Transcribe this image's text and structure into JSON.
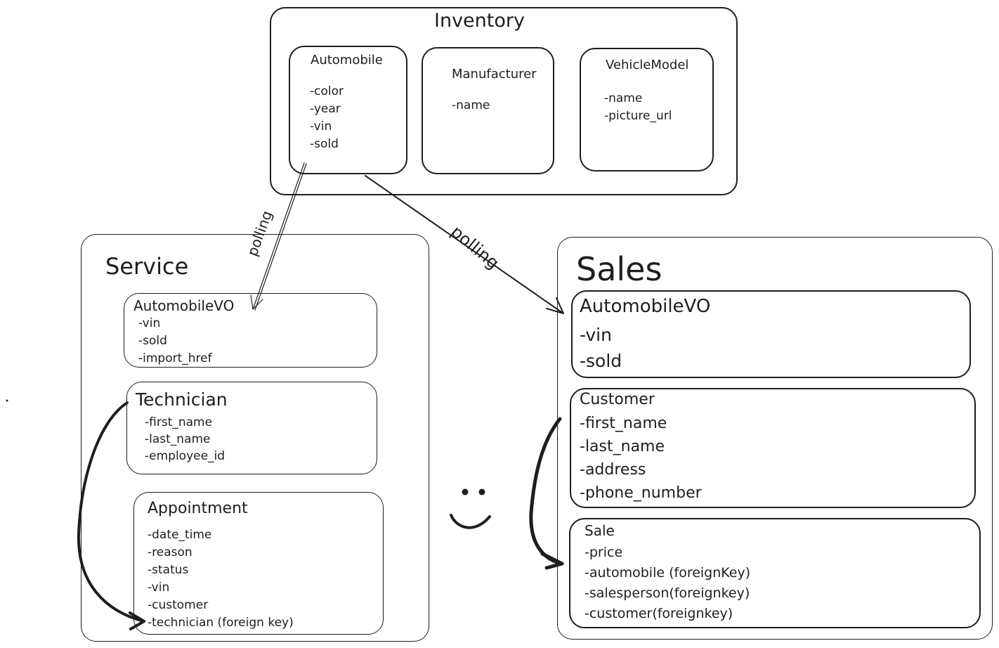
{
  "inventory": {
    "title": "Inventory",
    "automobile": {
      "title": "Automobile",
      "fields": [
        "-color",
        "-year",
        "-vin",
        "-sold"
      ]
    },
    "manufacturer": {
      "title": "Manufacturer",
      "fields": [
        "-name"
      ]
    },
    "vehicle_model": {
      "title": "VehicleModel",
      "fields": [
        "-name",
        "-picture_url"
      ]
    }
  },
  "service": {
    "title": "Service",
    "automobile_vo": {
      "title": "AutomobileVO",
      "fields": [
        "-vin",
        "-sold",
        "-import_href"
      ]
    },
    "technician": {
      "title": "Technician",
      "fields": [
        "-first_name",
        "-last_name",
        "-employee_id"
      ]
    },
    "appointment": {
      "title": "Appointment",
      "fields": [
        "-date_time",
        "-reason",
        "-status",
        "-vin",
        "-customer",
        "-technician (foreign key)"
      ]
    }
  },
  "sales": {
    "title": "Sales",
    "automobile_vo": {
      "title": "AutomobileVO",
      "fields": [
        "-vin",
        "-sold"
      ]
    },
    "customer": {
      "title": "Customer",
      "fields": [
        "-first_name",
        "-last_name",
        "-address",
        "-phone_number"
      ]
    },
    "sale": {
      "title": "Sale",
      "fields": [
        "-price",
        "-automobile (foreignKey)",
        "-salesperson(foreignkey)",
        "-customer(foreignkey)"
      ]
    }
  },
  "edges": {
    "service_polling_label": "polling",
    "sales_polling_label": "polling"
  },
  "colors": {
    "stroke": "#1e1e1e",
    "background": "#ffffff"
  }
}
